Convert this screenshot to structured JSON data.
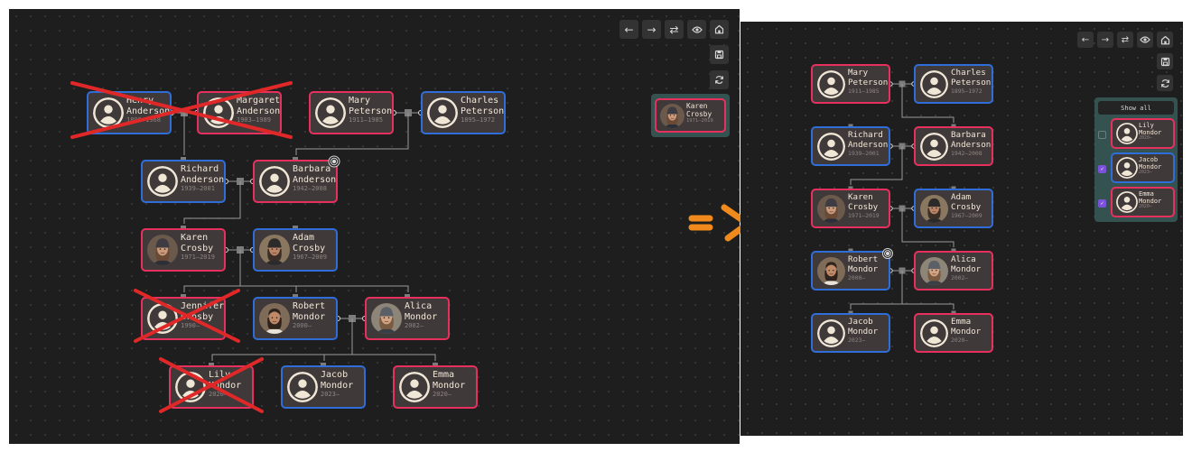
{
  "left_view": {
    "toolbar": {
      "back": "←",
      "forward": "→",
      "swap": "⇄",
      "eye_icon": "eye-icon",
      "home_icon": "home-icon",
      "save_icon": "save-icon",
      "refresh_icon": "refresh-icon"
    },
    "people": [
      {
        "id": "henry",
        "first": "Henry",
        "last": "Anderson",
        "dates": "1899–1968",
        "sex": "male",
        "avatar": "silhouette",
        "crossed": true
      },
      {
        "id": "margaret",
        "first": "Margaret",
        "last": "Anderson",
        "dates": "1903–1989",
        "sex": "female",
        "avatar": "silhouette",
        "crossed": true
      },
      {
        "id": "mary",
        "first": "Mary",
        "last": "Peterson",
        "dates": "1911–1985",
        "sex": "female",
        "avatar": "silhouette",
        "crossed": false
      },
      {
        "id": "charles",
        "first": "Charles",
        "last": "Peterson",
        "dates": "1895–1972",
        "sex": "male",
        "avatar": "silhouette",
        "crossed": false
      },
      {
        "id": "richard",
        "first": "Richard",
        "last": "Anderson",
        "dates": "1939–2001",
        "sex": "male",
        "avatar": "silhouette",
        "crossed": false
      },
      {
        "id": "barbara",
        "first": "Barbara",
        "last": "Anderson",
        "dates": "1942–2008",
        "sex": "female",
        "avatar": "silhouette",
        "crossed": false
      },
      {
        "id": "karen",
        "first": "Karen",
        "last": "Crosby",
        "dates": "1971–2019",
        "sex": "female",
        "avatar": "photo-woman-beanie",
        "crossed": false
      },
      {
        "id": "adam",
        "first": "Adam",
        "last": "Crosby",
        "dates": "1967–2009",
        "sex": "male",
        "avatar": "photo-man-beanie",
        "crossed": false
      },
      {
        "id": "jennifer",
        "first": "Jennifer",
        "last": "Crosby",
        "dates": "1990–",
        "sex": "female",
        "avatar": "silhouette",
        "crossed": true
      },
      {
        "id": "robert",
        "first": "Robert",
        "last": "Mondor",
        "dates": "2000–",
        "sex": "male",
        "avatar": "photo-man-curly",
        "crossed": false
      },
      {
        "id": "alica",
        "first": "Alica",
        "last": "Mondor",
        "dates": "2002–",
        "sex": "female",
        "avatar": "photo-woman-beanie-2",
        "crossed": false
      },
      {
        "id": "lily",
        "first": "Lily",
        "last": "Mondor",
        "dates": "2020–",
        "sex": "female",
        "avatar": "silhouette",
        "crossed": true
      },
      {
        "id": "jacob",
        "first": "Jacob",
        "last": "Mondor",
        "dates": "2023–",
        "sex": "male",
        "avatar": "silhouette",
        "crossed": false
      },
      {
        "id": "emma",
        "first": "Emma",
        "last": "Mondor",
        "dates": "2020–",
        "sex": "female",
        "avatar": "silhouette",
        "crossed": false
      }
    ],
    "main_person_marker": "target-icon",
    "side_card": {
      "first": "Karen",
      "last": "Crosby",
      "dates": "1971–2019",
      "avatar": "photo-woman-beanie"
    }
  },
  "transition_arrow": "orange-arrow",
  "right_view": {
    "toolbar": {
      "back": "←",
      "forward": "→",
      "swap": "⇄",
      "eye_icon": "eye-icon",
      "home_icon": "home-icon",
      "save_icon": "save-icon",
      "refresh_icon": "refresh-icon"
    },
    "people": [
      {
        "id": "mary",
        "first": "Mary",
        "last": "Peterson",
        "dates": "1911–1985",
        "sex": "female",
        "avatar": "silhouette"
      },
      {
        "id": "charles",
        "first": "Charles",
        "last": "Peterson",
        "dates": "1895–1972",
        "sex": "male",
        "avatar": "silhouette"
      },
      {
        "id": "richard",
        "first": "Richard",
        "last": "Anderson",
        "dates": "1939–2001",
        "sex": "male",
        "avatar": "silhouette"
      },
      {
        "id": "barbara",
        "first": "Barbara",
        "last": "Anderson",
        "dates": "1942–2008",
        "sex": "female",
        "avatar": "silhouette"
      },
      {
        "id": "karen",
        "first": "Karen",
        "last": "Crosby",
        "dates": "1971–2019",
        "sex": "female",
        "avatar": "photo-woman-beanie"
      },
      {
        "id": "adam",
        "first": "Adam",
        "last": "Crosby",
        "dates": "1967–2009",
        "sex": "male",
        "avatar": "photo-man-beanie"
      },
      {
        "id": "robert",
        "first": "Robert",
        "last": "Mondor",
        "dates": "2000–",
        "sex": "male",
        "avatar": "photo-man-curly"
      },
      {
        "id": "alica",
        "first": "Alica",
        "last": "Mondor",
        "dates": "2002–",
        "sex": "female",
        "avatar": "photo-woman-beanie-2"
      },
      {
        "id": "jacob",
        "first": "Jacob",
        "last": "Mondor",
        "dates": "2023–",
        "sex": "male",
        "avatar": "silhouette"
      },
      {
        "id": "emma",
        "first": "Emma",
        "last": "Mondor",
        "dates": "2020–",
        "sex": "female",
        "avatar": "silhouette"
      }
    ],
    "main_person_marker": "target-icon",
    "hidden_panel": {
      "show_all_label": "Show all",
      "items": [
        {
          "first": "Lily",
          "last": "Mondor",
          "dates": "2020–",
          "sex": "female",
          "checked": false
        },
        {
          "first": "Jacob",
          "last": "Mondor",
          "dates": "2023–",
          "sex": "male",
          "checked": true
        },
        {
          "first": "Emma",
          "last": "Mondor",
          "dates": "2020–",
          "sex": "female",
          "checked": true
        }
      ]
    }
  },
  "colors": {
    "canvas_bg": "#1e1e1e",
    "card_bg": "#40393a",
    "female_border": "#e8305f",
    "male_border": "#2f6ed8",
    "cross": "#e02828",
    "arrow": "#f08a1c",
    "text": "#f0e6d6",
    "date_text": "#8d8580",
    "line": "#9a9a9a"
  }
}
